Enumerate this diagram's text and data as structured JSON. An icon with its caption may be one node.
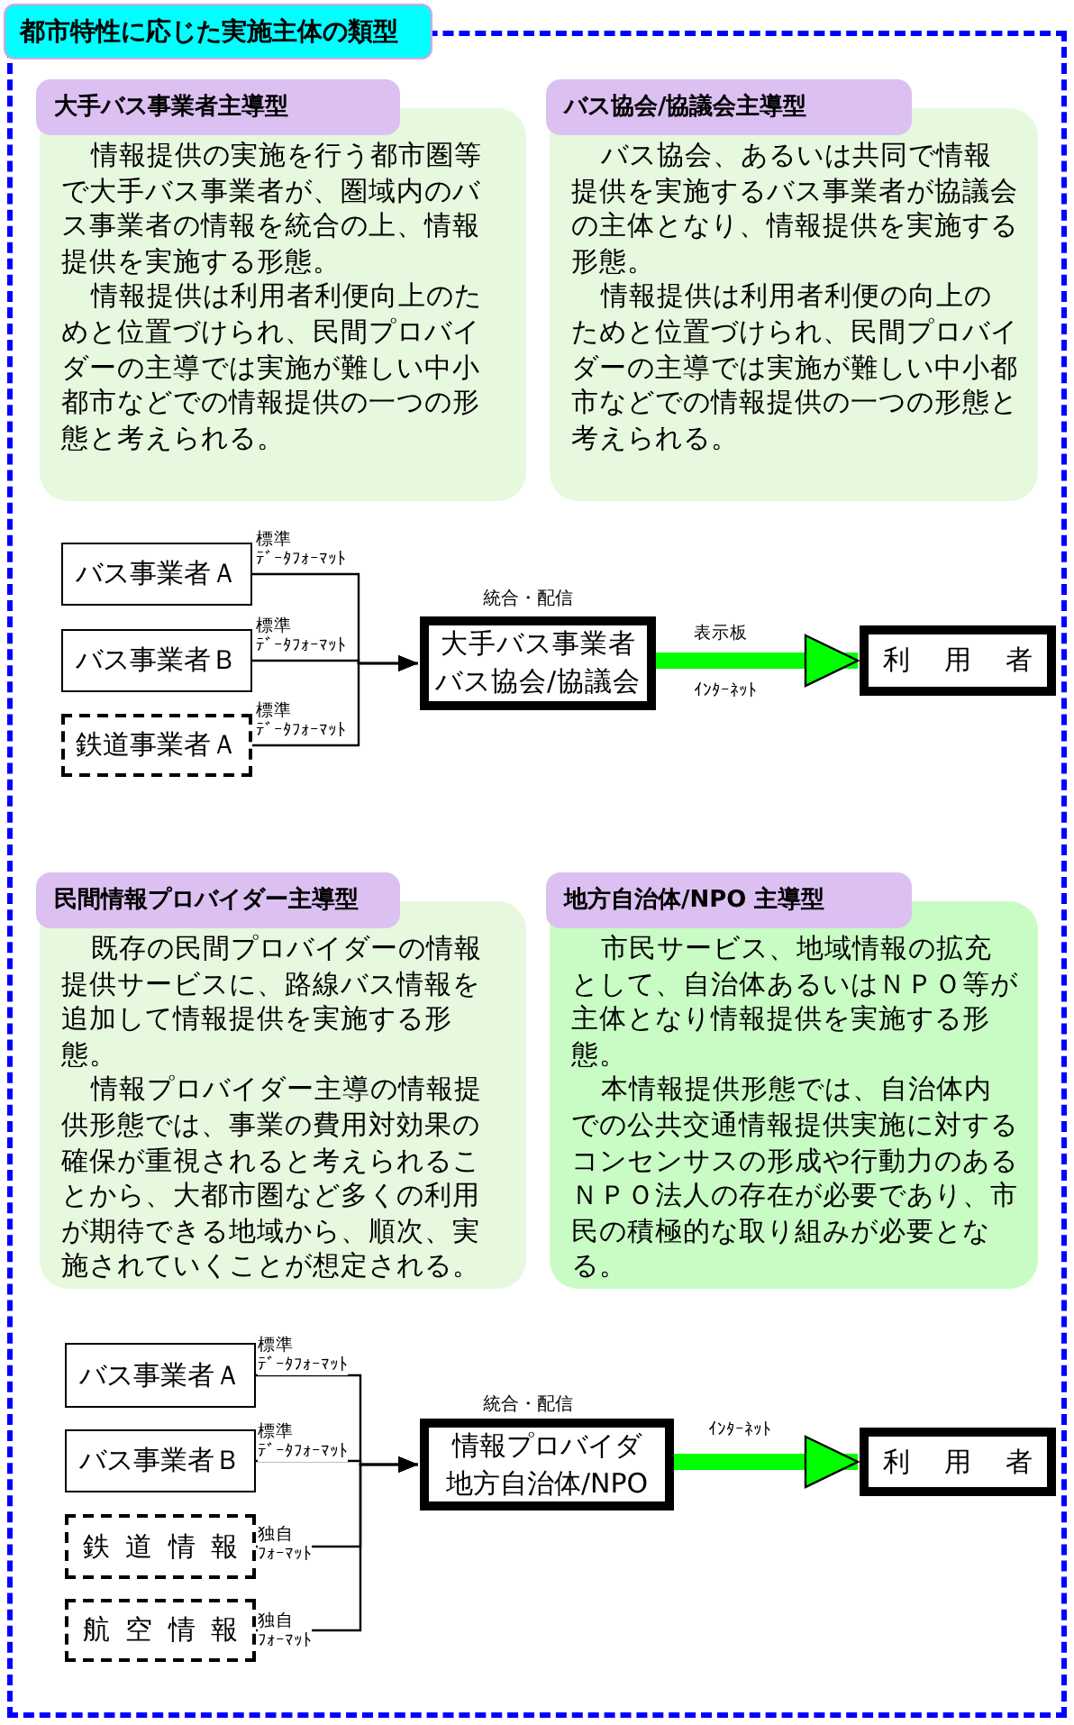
{
  "diagram": {
    "title": "都市特性に応じた実施主体の類型",
    "nodes": [
      {
        "text": [],
        "shape": "box"
      },
      {
        "text": [
          "大手バス事業者主導型",
          "情報提供の実施を行う都市圏等で大手バス事業者が、圏域内のバス事業者の情報を統合の上、情報提供を実施する形態。",
          "情報提供は利用者利便向上のためと位置づけられ、民間プロバイダーの主導では実施が難しい中小都市などでの情報提供の一つの形態と考えられる。"
        ],
        "in": 0
      },
      {
        "text": [
          "バス協会/協議会主導型",
          "バス協会、あるいは共同で情報提供を実施するバス事業者が協議会の主体となり、情報提供を実施する形態。",
          "情報提供は利用者利便の向上のためと位置づけられ、民間プロバイダーの主導では実施が難しい中小都市などでの情報提供の一つの形態と考えられる。"
        ],
        "in": 0
      },
      {
        "text": [
          "バス事業者Ａ"
        ],
        "in": 0
      },
      {
        "text": [
          "バス事業者Ｂ"
        ],
        "in": 0
      },
      {
        "text": [
          "鉄道事業者Ａ"
        ],
        "in": 0
      },
      {
        "text": [
          "大手バス事業者バス協会/協議会"
        ],
        "beside": [
          "統合・配信"
        ],
        "in": 0
      },
      {
        "text": [
          "利用者"
        ],
        "in": 0
      },
      {
        "text": [
          "民間情報プロバイダー主導型",
          "既存の民間プロバイダーの情報提供サービスに、路線バス情報を追加して情報提供を実施する形態。",
          "情報プロバイダー主導の情報提供形態では、事業の費用対効果の確保が重視されると考えられることから、大都市圏など多くの利用が期待できる地域から、順次、実施されていくことが想定される。"
        ],
        "in": 0
      },
      {
        "text": [
          "地方自治体/NPO 主導型",
          "市民サービス、地域情報の拡充として、自治体あるいはＮＰＯ等が主体となり情報提供を実施する形態。",
          "本情報提供形態では、自治体内での公共交通情報提供実施に対するコンセンサスの形成や行動力のあるＮＰＯ法人の存在が必要であり、市民の積極的な取り組みが必要となる。"
        ],
        "in": 0
      },
      {
        "text": [
          "バス事業者Ａ"
        ],
        "in": 0
      },
      {
        "text": [
          "バス事業者Ｂ"
        ],
        "in": 0
      },
      {
        "text": [
          "鉄道情報"
        ],
        "in": 0
      },
      {
        "text": [
          "航空情報"
        ],
        "in": 0
      },
      {
        "text": [
          "情報プロバイダ地方自治体/NPO"
        ],
        "beside": [
          "統合・配信"
        ],
        "in": 0
      },
      {
        "text": [
          "利用者"
        ],
        "in": 0
      }
    ],
    "edges": [
      {
        "from": 3,
        "to": 6,
        "arrow": "to",
        "label": "標準ﾃﾞｰﾀﾌｫｰﾏｯﾄ"
      },
      {
        "from": 4,
        "to": 6,
        "arrow": "to",
        "label": "標準ﾃﾞｰﾀﾌｫｰﾏｯﾄ"
      },
      {
        "from": 5,
        "to": 6,
        "arrow": "to",
        "label": "標準ﾃﾞｰﾀﾌｫｰﾏｯﾄ"
      },
      {
        "from": 6,
        "to": 7,
        "arrow": "to",
        "label": "表示板",
        "style": "thick",
        "color": "#00ff00"
      },
      {
        "from": 10,
        "to": 14,
        "arrow": "to",
        "label": "標準ﾃﾞｰﾀﾌｫｰﾏｯﾄ"
      },
      {
        "from": 11,
        "to": 14,
        "arrow": "to",
        "label": "標準ﾃﾞｰﾀﾌｫｰﾏｯﾄ"
      },
      {
        "from": 12,
        "to": 14,
        "arrow": "to",
        "label": "独自ﾌｫｰﾏｯﾄ"
      },
      {
        "from": 13,
        "to": 14,
        "arrow": "to",
        "label": "独自ﾌｫｰﾏｯﾄ"
      },
      {
        "from": 14,
        "to": 15,
        "arrow": "to",
        "label": "ｲﾝﾀｰﾈｯﾄ",
        "style": "thick",
        "color": "#00ff00"
      }
    ],
    "labels": [
      "ｲﾝﾀｰﾈｯﾄ"
    ]
  }
}
